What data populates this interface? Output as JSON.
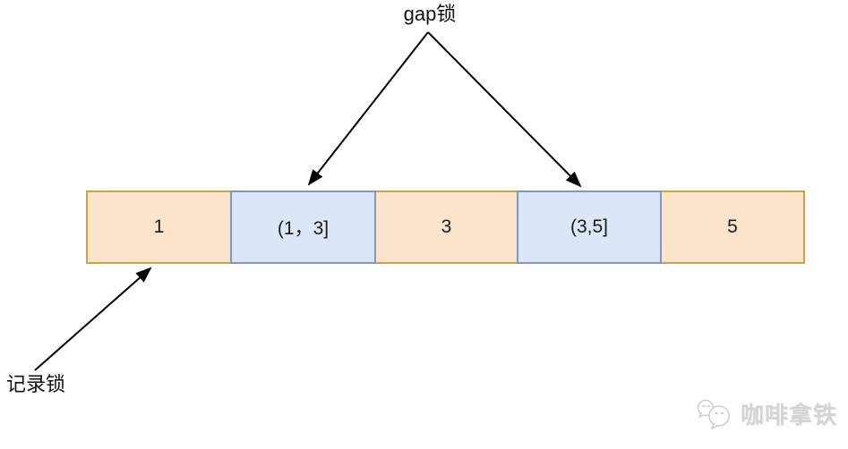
{
  "title": {
    "gap_label": "gap锁",
    "record_label": "记录锁"
  },
  "diagram": {
    "description": "number line with record locks and gap locks",
    "cells": [
      {
        "label": "1",
        "lock": "record"
      },
      {
        "label": "(1，3]",
        "lock": "gap"
      },
      {
        "label": "3",
        "lock": "record"
      },
      {
        "label": "(3,5]",
        "lock": "gap"
      },
      {
        "label": "5",
        "lock": "record"
      }
    ],
    "colors": {
      "record_fill": "#fce5cc",
      "record_border": "#d2a040",
      "gap_fill": "#dce6f7",
      "gap_border": "#7e98be",
      "arrow": "#000000",
      "watermark": "#d4d4d4"
    }
  },
  "watermark": {
    "text": "咖啡拿铁",
    "icon": "chat-bubbles-icon"
  }
}
